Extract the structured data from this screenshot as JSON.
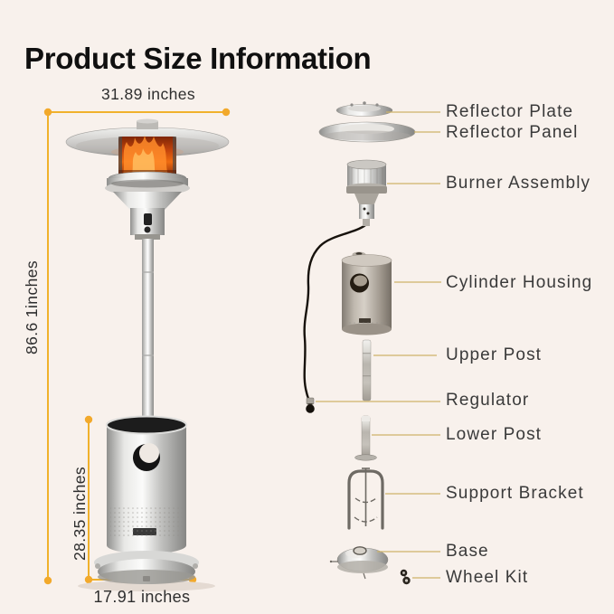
{
  "page": {
    "title": "Product Size Information",
    "background_color": "#f8f1ec",
    "dimension_line_color": "#f0b12b",
    "dimension_dot_color": "#f2a92b",
    "leader_line_color": "#cdb46a",
    "label_text_color": "#3a3a3a"
  },
  "dimensions": {
    "reflector_width": "31.89 inches",
    "overall_height": "86.6 1inches",
    "housing_height": "28.35 inches",
    "base_width": "17.91 inches"
  },
  "parts": [
    {
      "id": "reflector-plate",
      "label": "Reflector Plate"
    },
    {
      "id": "reflector-panel",
      "label": "Reflector Panel"
    },
    {
      "id": "burner-assembly",
      "label": "Burner Assembly"
    },
    {
      "id": "cylinder-housing",
      "label": "Cylinder Housing"
    },
    {
      "id": "upper-post",
      "label": "Upper Post"
    },
    {
      "id": "regulator",
      "label": "Regulator"
    },
    {
      "id": "lower-post",
      "label": "Lower Post"
    },
    {
      "id": "support-bracket",
      "label": "Support Bracket"
    },
    {
      "id": "base",
      "label": "Base"
    },
    {
      "id": "wheel-kit",
      "label": "Wheel Kit"
    }
  ]
}
